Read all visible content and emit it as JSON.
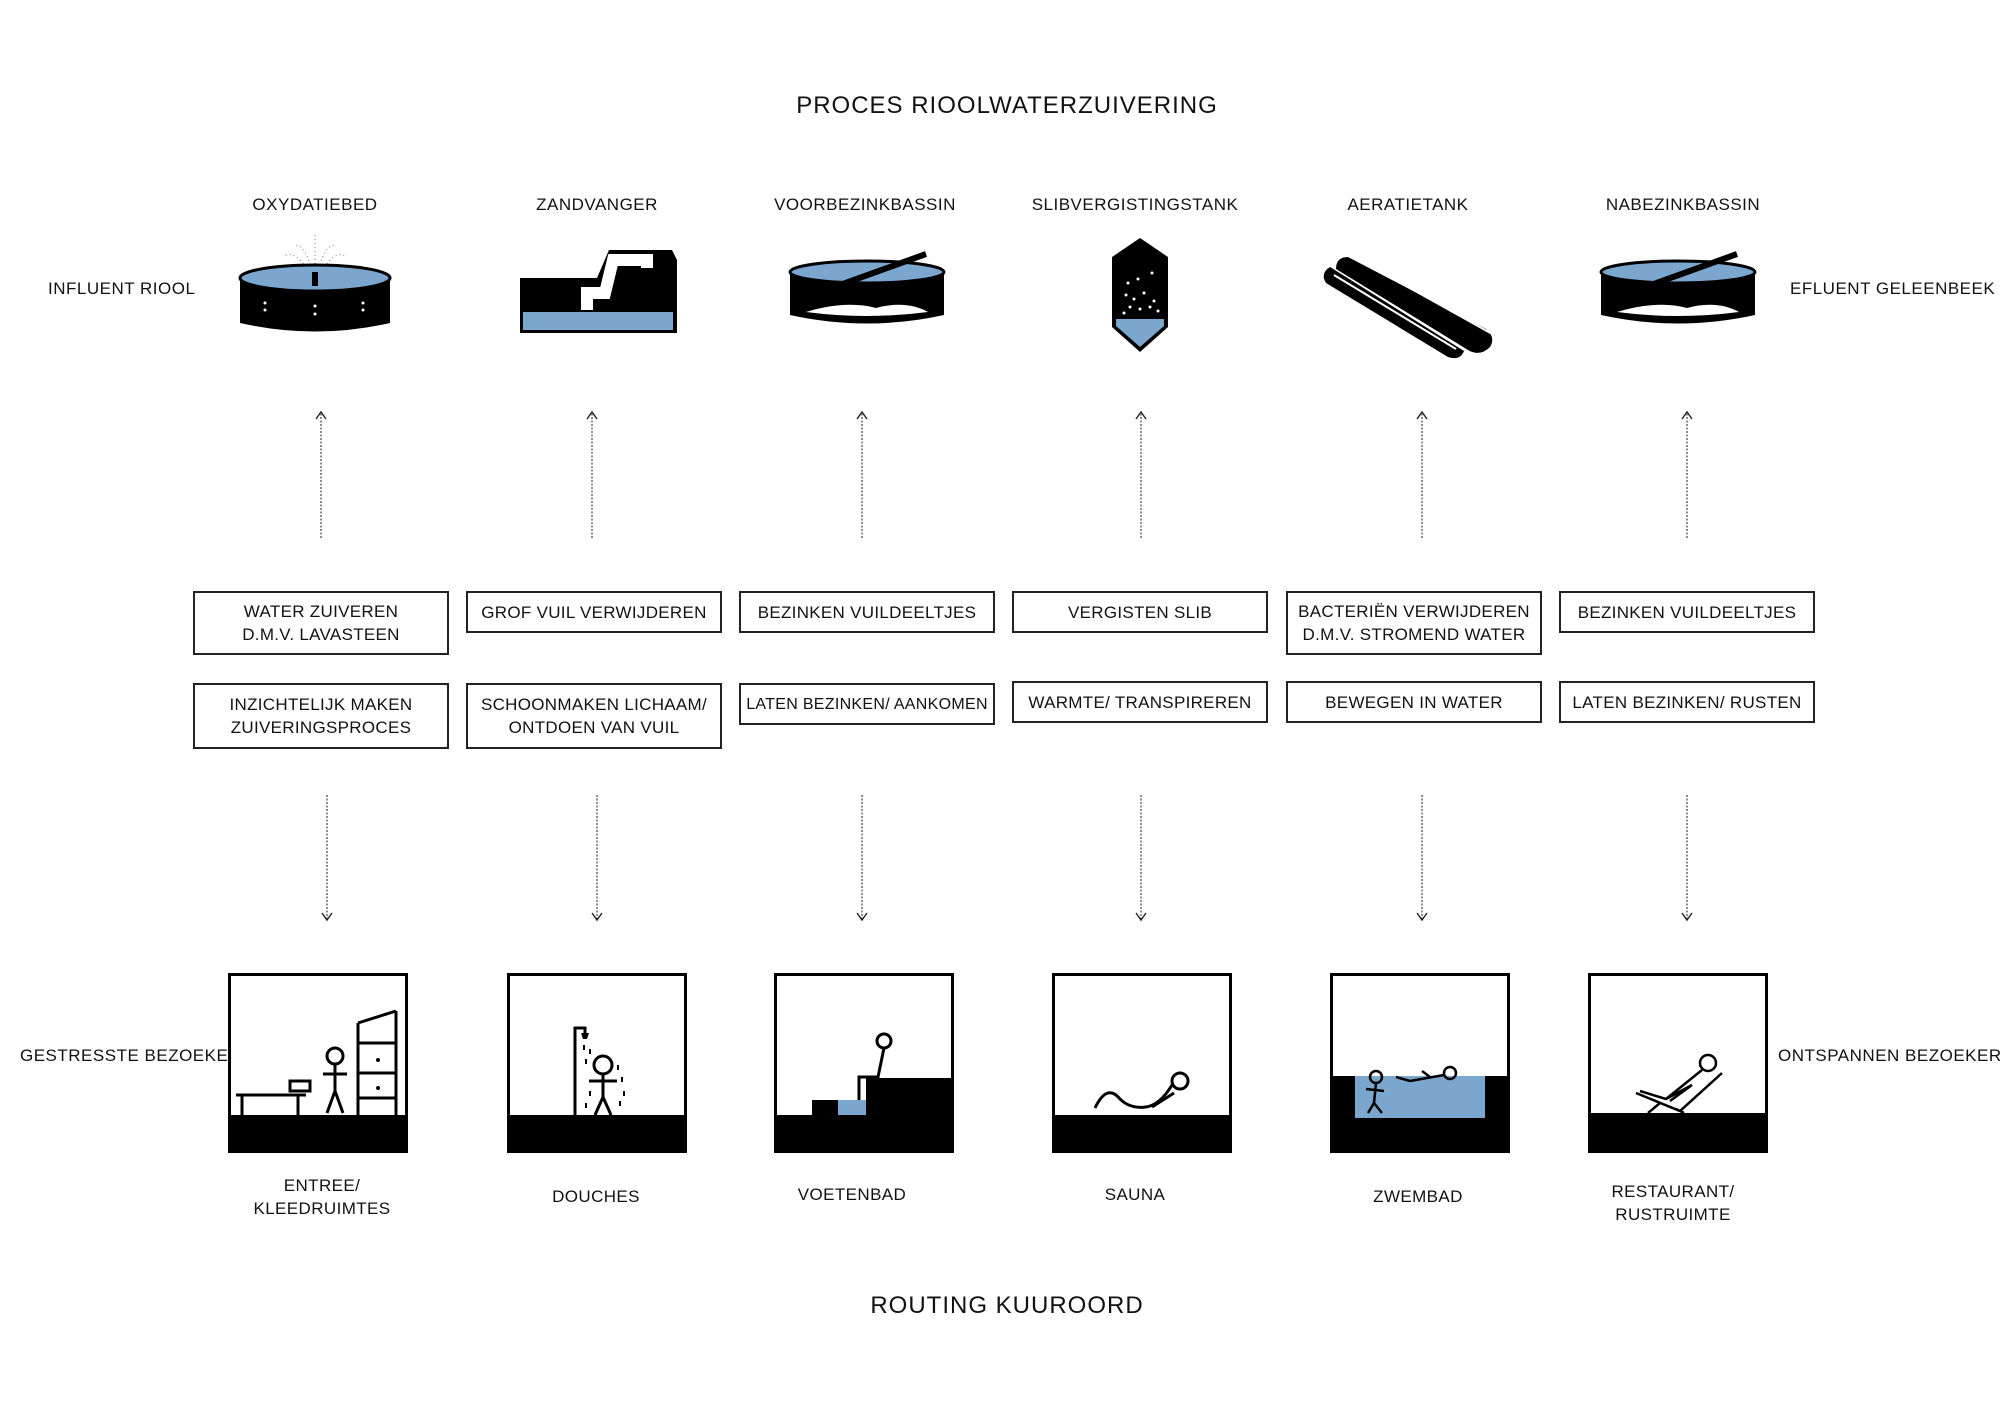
{
  "header": {
    "title": "PROCES RIOOLWATERZUIVERING"
  },
  "footer": {
    "title": "ROUTING KUUROORD"
  },
  "side": {
    "left_top": "INFLUENT RIOOL",
    "right_top": "EFLUENT GELEENBEEK",
    "left_bottom": "GESTRESSTE BEZOEKER",
    "right_bottom": "ONTSPANNEN BEZOEKER"
  },
  "stages": [
    {
      "name": "OXYDATIEBED",
      "icon": "oxidation-bed-icon",
      "process": "WATER ZUIVEREN\nD.M.V. LAVASTEEN",
      "activity": "INZICHTELIJK MAKEN\nZUIVERINGSPROCES",
      "room": "ENTREE/\nKLEEDRUIMTES"
    },
    {
      "name": "ZANDVANGER",
      "icon": "sand-trap-icon",
      "process": "GROF VUIL VERWIJDEREN",
      "activity": "SCHOONMAKEN LICHAAM/\nONTDOEN VAN VUIL",
      "room": "DOUCHES"
    },
    {
      "name": "VOORBEZINKBASSIN",
      "icon": "primary-settling-basin-icon",
      "process": "BEZINKEN VUILDEELTJES",
      "activity": "LATEN BEZINKEN/ AANKOMEN",
      "room": "VOETENBAD"
    },
    {
      "name": "SLIBVERGISTINGSTANK",
      "icon": "sludge-digestion-tank-icon",
      "process": "VERGISTEN SLIB",
      "activity": "WARMTE/ TRANSPIREREN",
      "room": "SAUNA"
    },
    {
      "name": "AERATIETANK",
      "icon": "aeration-tank-icon",
      "process": "BACTERIËN VERWIJDEREN\nD.M.V. STROMEND WATER",
      "activity": "BEWEGEN IN WATER",
      "room": "ZWEMBAD"
    },
    {
      "name": "NABEZINKBASSIN",
      "icon": "secondary-settling-basin-icon",
      "process": "BEZINKEN VUILDEELTJES",
      "activity": "LATEN BEZINKEN/ RUSTEN",
      "room": "RESTAURANT/\nRUSTRUIMTE"
    }
  ],
  "colors": {
    "water": "#7ba7cf",
    "ink": "#000000",
    "line": "#222222"
  }
}
